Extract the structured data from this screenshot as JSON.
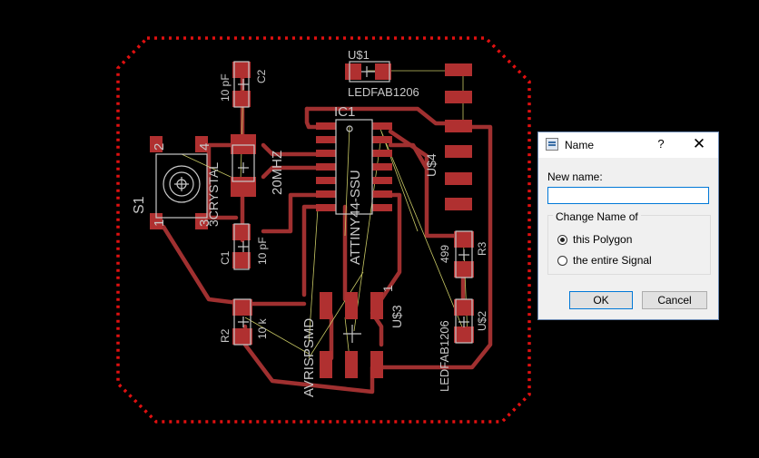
{
  "board": {
    "labels": {
      "usb1": "U$1",
      "ledfab_top": "LEDFAB1206",
      "ic1": "IC1",
      "attiny": "ATTINY44-SSU",
      "c2_val": "10 pF",
      "c2": "C2",
      "c1_val": "10 pF",
      "c1": "C1",
      "xtal": "20MHZ",
      "xtal_name": "3CRYSTAL",
      "s1": "S1",
      "s1_1": "1",
      "s1_2": "2",
      "s1_3": "3",
      "s1_4": "4",
      "r2": "R2",
      "r2_val": "10 k",
      "r3": "R3",
      "r3_val": "499",
      "u4": "U$4",
      "u3": "U$3",
      "u3_1": "1",
      "u2": "U$2",
      "ledfab_bottom": "LEDFAB1206",
      "avrisp": "AVRISPSMD"
    },
    "colors": {
      "background": "#000000",
      "copper": "#b03030",
      "outline": "#e01010",
      "airwire": "#c8c864",
      "silkscreen": "#c8c8c8"
    }
  },
  "dialog": {
    "title": "Name",
    "icon": "eagle-app-icon",
    "help_label": "?",
    "close_label": "✕",
    "new_name_label": "New name:",
    "new_name_value": "",
    "group_label": "Change Name of",
    "options": [
      {
        "label": "this Polygon",
        "checked": true
      },
      {
        "label": "the entire Signal",
        "checked": false
      }
    ],
    "ok_label": "OK",
    "cancel_label": "Cancel"
  }
}
